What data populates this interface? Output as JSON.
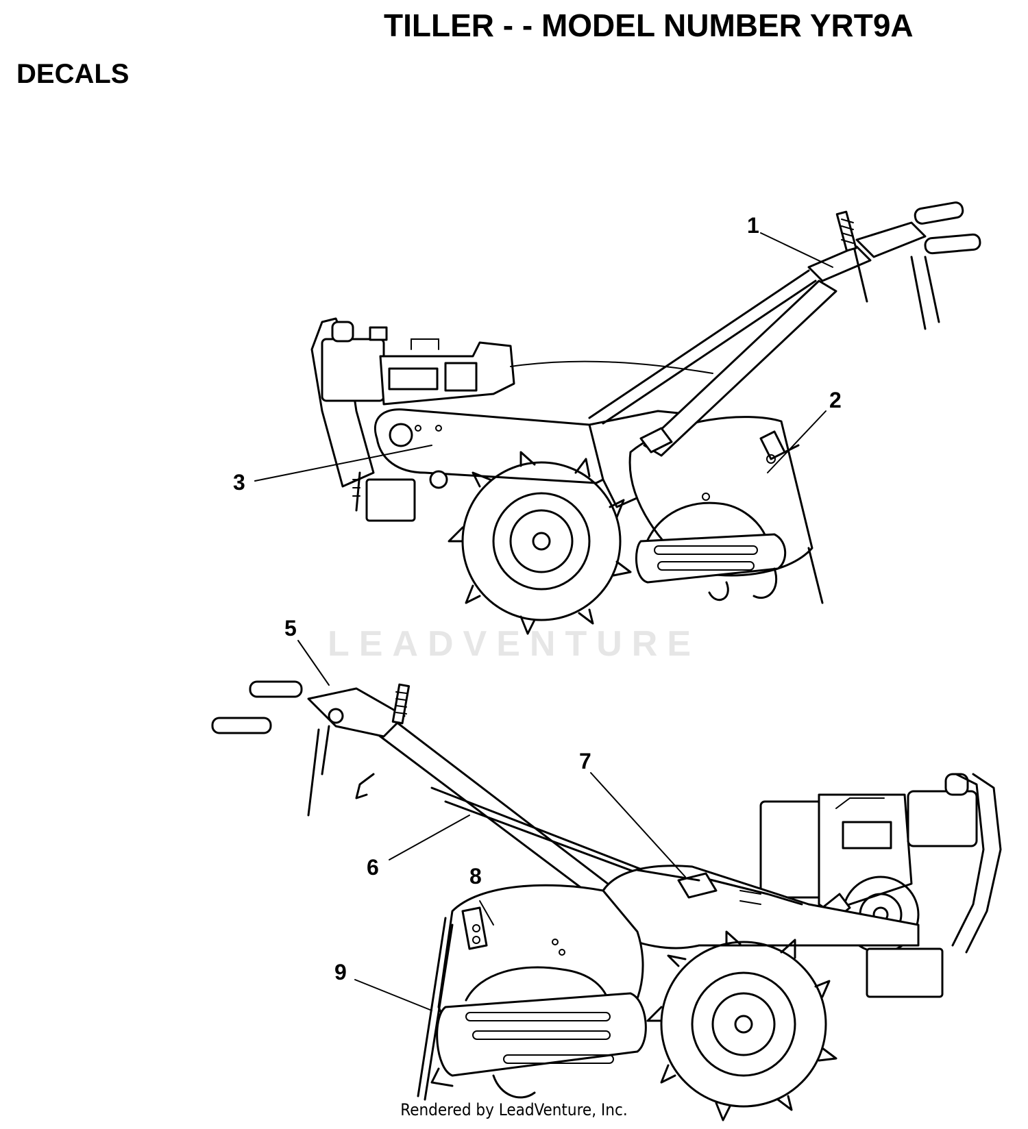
{
  "header": {
    "title": "TILLER - - MODEL NUMBER YRT9A",
    "section": "DECALS"
  },
  "watermark": "LEADVENTURE",
  "footer": "Rendered by LeadVenture, Inc.",
  "callouts": [
    "1",
    "2",
    "3",
    "5",
    "6",
    "7",
    "8",
    "9"
  ]
}
